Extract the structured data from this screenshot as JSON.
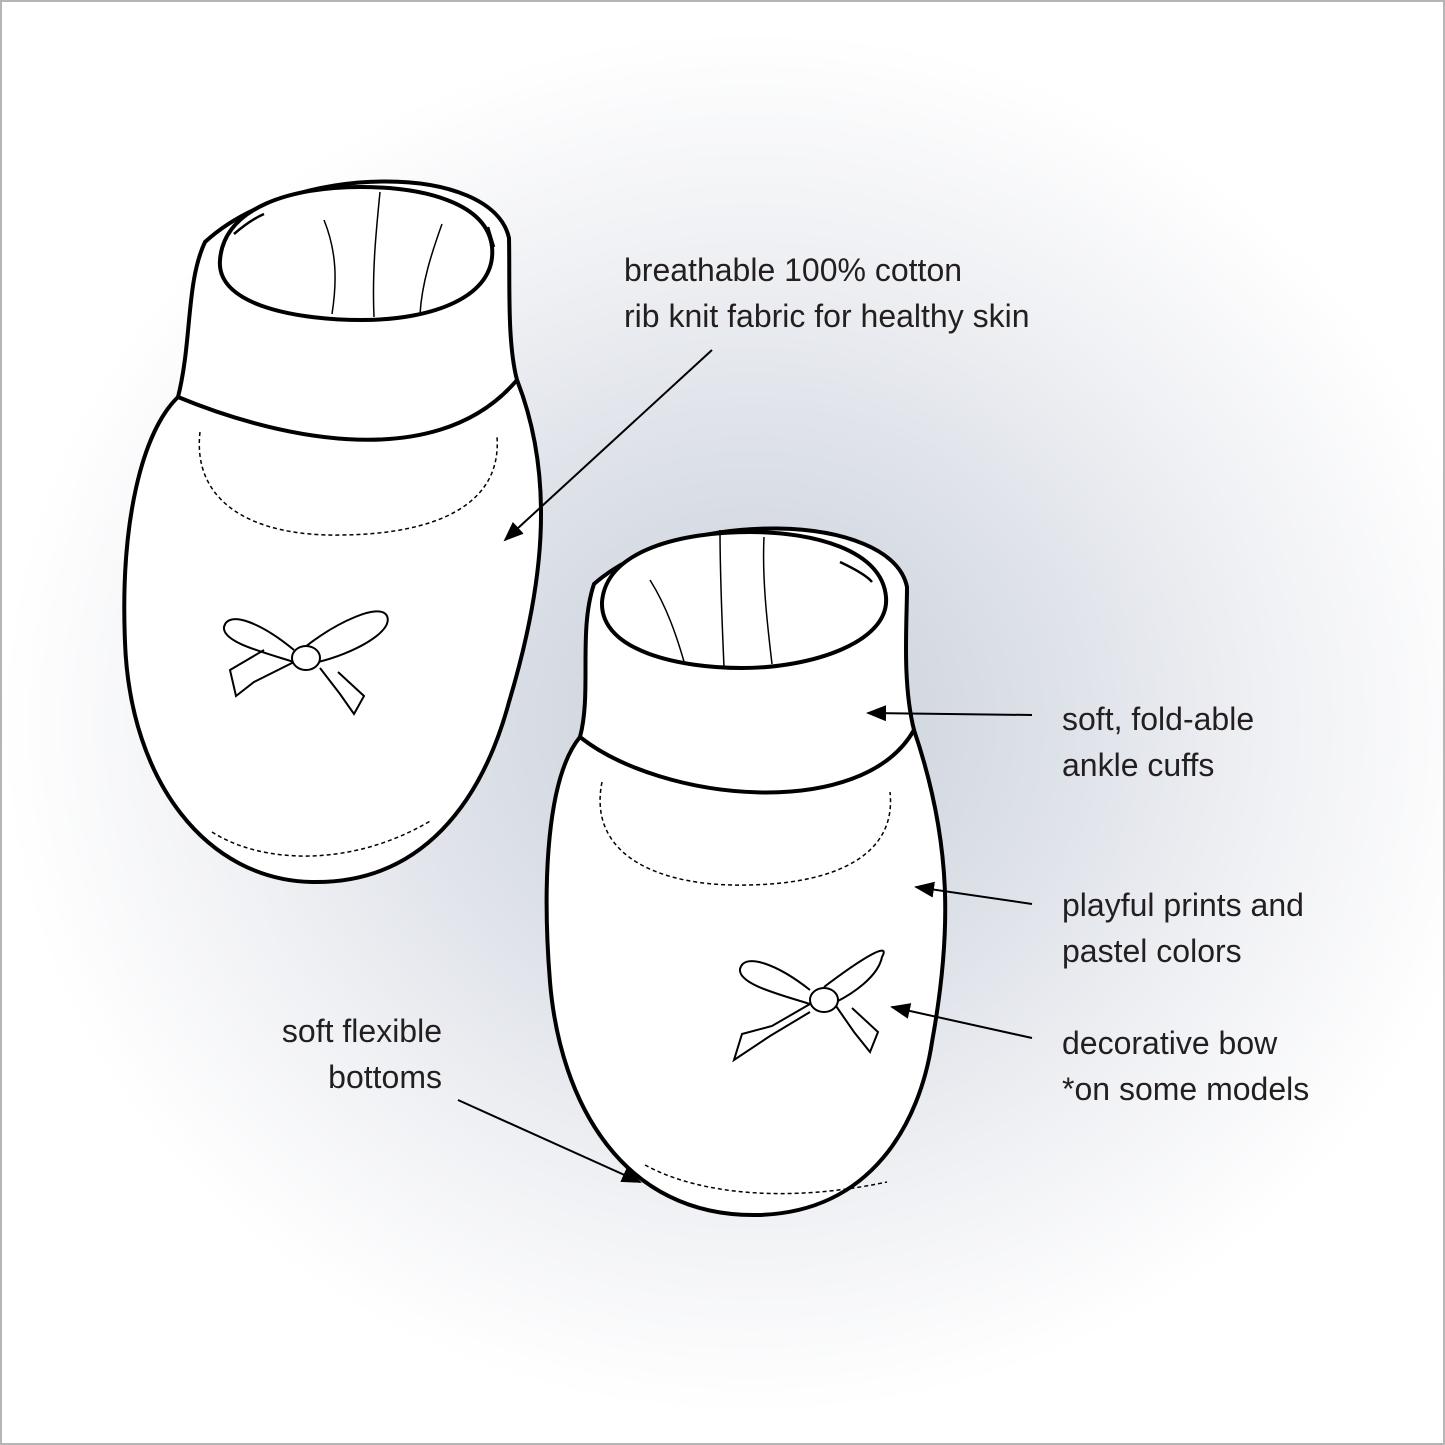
{
  "colors": {
    "outline": "#000000",
    "fill": "#ffffff",
    "text": "#231f20",
    "background_center": "#c9d0da",
    "frame_border": "#b5b5b5"
  },
  "callouts": {
    "fabric": {
      "line1": "breathable 100% cotton",
      "line2": "rib knit fabric for healthy skin"
    },
    "cuffs": {
      "line1": "soft, fold-able",
      "line2": "ankle cuffs"
    },
    "prints": {
      "line1": "playful prints and",
      "line2": "pastel colors"
    },
    "bow": {
      "line1": "decorative bow",
      "line2": "*on some models"
    },
    "bottoms": {
      "line1": "soft flexible",
      "line2": "bottoms"
    }
  }
}
